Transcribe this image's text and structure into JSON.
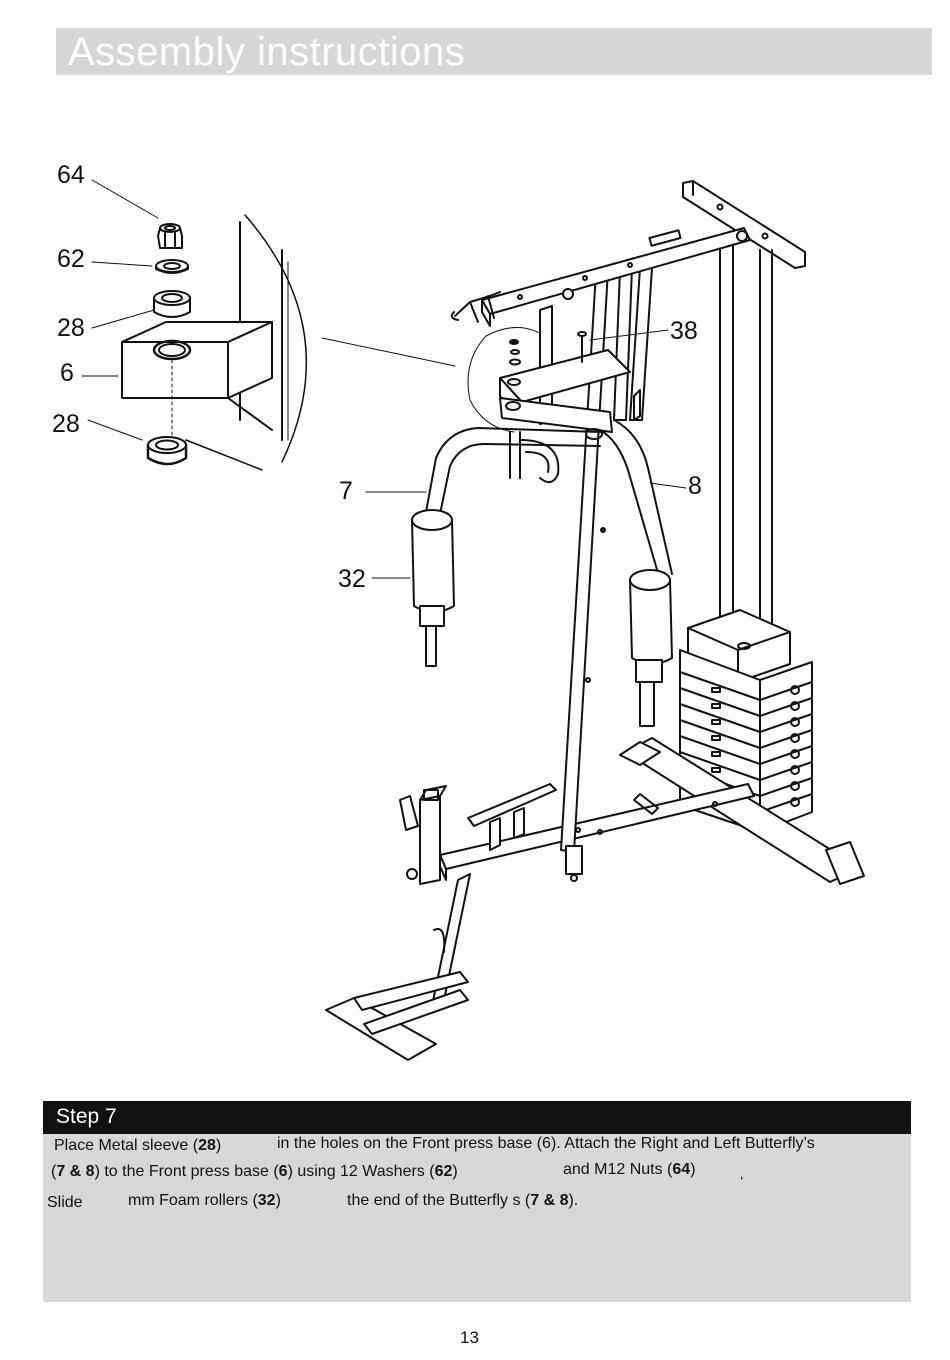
{
  "header": {
    "title": "Assembly instructions"
  },
  "callouts": {
    "p64": "64",
    "p62": "62",
    "p28a": "28",
    "p6": "6",
    "p28b": "28",
    "p38": "38",
    "p7": "7",
    "p8": "8",
    "p32": "32"
  },
  "step": {
    "title": "Step 7",
    "line1": {
      "a": "Place Metal sleeve (",
      "a_b": "28",
      "a_end": ")",
      "b": "in the holes on the Front press base (6). Attach the Right and Left Butterfly’s"
    },
    "line2": {
      "a": "(",
      "a_b": "7 & 8",
      "a_2": ") to the Front press base (",
      "a_b2": "6",
      "a_3": ") using 12 Washers (",
      "a_b3": "62",
      "a_end": ")",
      "b": "and M12 Nuts (",
      "b_b": "64",
      "b_end": ")",
      "tick": "ˌ"
    },
    "line3": {
      "a": "Slide",
      "b": "mm Foam rollers (",
      "b_b": "32",
      "b_end": ")",
      "c": "the end of the Butterfly s (",
      "c_b": "7 & 8",
      "c_end": ")."
    }
  },
  "page_number": "13"
}
